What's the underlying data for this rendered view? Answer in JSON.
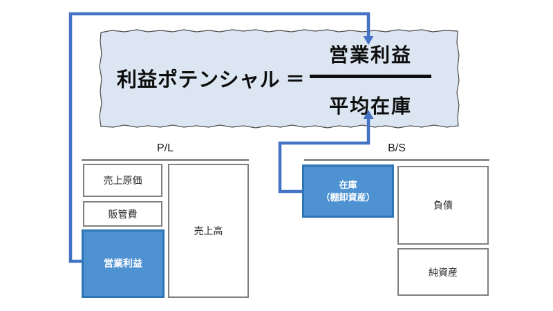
{
  "banner": {
    "lhs": "利益ポテンシャル",
    "equals": "＝",
    "numerator": "営業利益",
    "denominator": "平均在庫"
  },
  "pl": {
    "label": "P/L",
    "cost_of_sales": "売上原価",
    "sga": "販管費",
    "operating_profit": "営業利益",
    "sales": "売上高"
  },
  "bs": {
    "label": "B/S",
    "inventory_line1": "在庫",
    "inventory_line2": "（棚卸資産）",
    "liabilities": "負債",
    "net_assets": "純資産"
  },
  "colors": {
    "arrow_blue": "#4472c4",
    "highlight_fill": "#4e92d2",
    "highlight_border": "#2e75b6",
    "box_border_gray": "#7f7f7f",
    "section_underline_gray": "#8c8c8c",
    "banner_fill": "#dce6f2",
    "banner_edge": "#4a4a4a",
    "formula_text": "#0d0d0d"
  }
}
